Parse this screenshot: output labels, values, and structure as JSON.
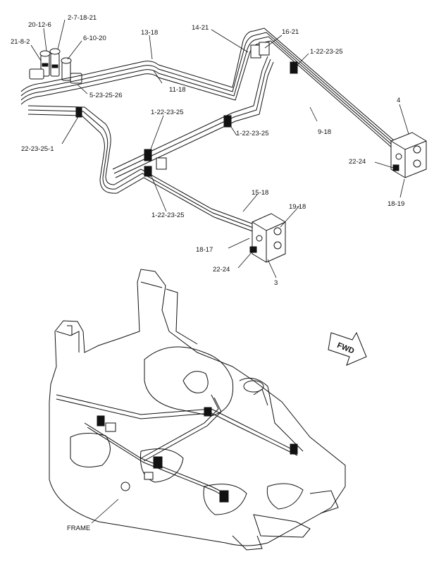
{
  "callouts": {
    "c_20_12_6": "20-12-6",
    "c_2_7_18_21": "2-7-18-21",
    "c_21_8_2": "21-8-2",
    "c_6_10_20": "6-10-20",
    "c_13_18": "13-18",
    "c_14_21": "14-21",
    "c_16_21": "16-21",
    "c_1_22_23_25_top": "1-22-23-25",
    "c_5_23_25_26": "5-23-25-26",
    "c_11_18": "11-18",
    "c_4": "4",
    "c_1_22_23_25_mid": "1-22-23-25",
    "c_9_18": "9-18",
    "c_1_22_23_25_right": "1-22-23-25",
    "c_22_23_25_1": "22-23-25-1",
    "c_22_24_right": "22-24",
    "c_18_19": "18-19",
    "c_15_18": "15-18",
    "c_1_22_23_25_low": "1-22-23-25",
    "c_19_18": "19-18",
    "c_18_17": "18-17",
    "c_22_24_low": "22-24",
    "c_3": "3",
    "fwd": "FWD",
    "frame": "FRAME"
  }
}
